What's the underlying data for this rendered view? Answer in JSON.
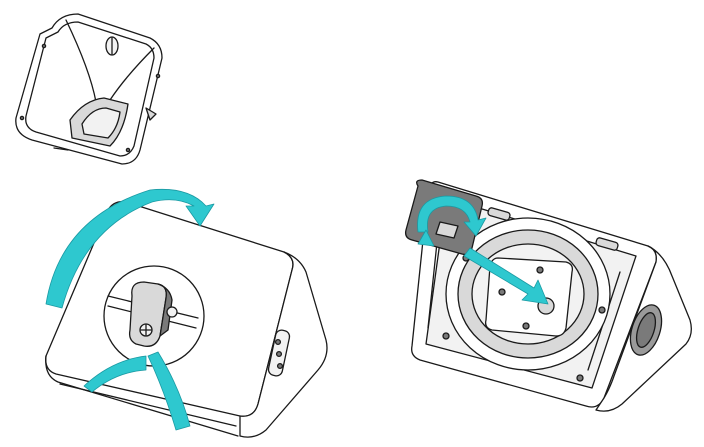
{
  "colors": {
    "line": "#1a1a1a",
    "body_fill": "#ffffff",
    "shade_fill": "#d9d9d9",
    "inner_fill": "#f2f2f2",
    "dark_fill": "#7a7a7a",
    "grille_fill": "#9a9a9a",
    "arrow": "#2ec8cf",
    "arrow_edge": "#1a9aa3"
  },
  "figures": [
    {
      "name": "monitor-grille-overview",
      "icon": "speaker-grille-icon"
    },
    {
      "name": "flip-monitor-upright",
      "icon": "rotate-arrow-icon"
    },
    {
      "name": "rotate-horn-bracket",
      "icon": "rotate-arrow-icon"
    }
  ]
}
